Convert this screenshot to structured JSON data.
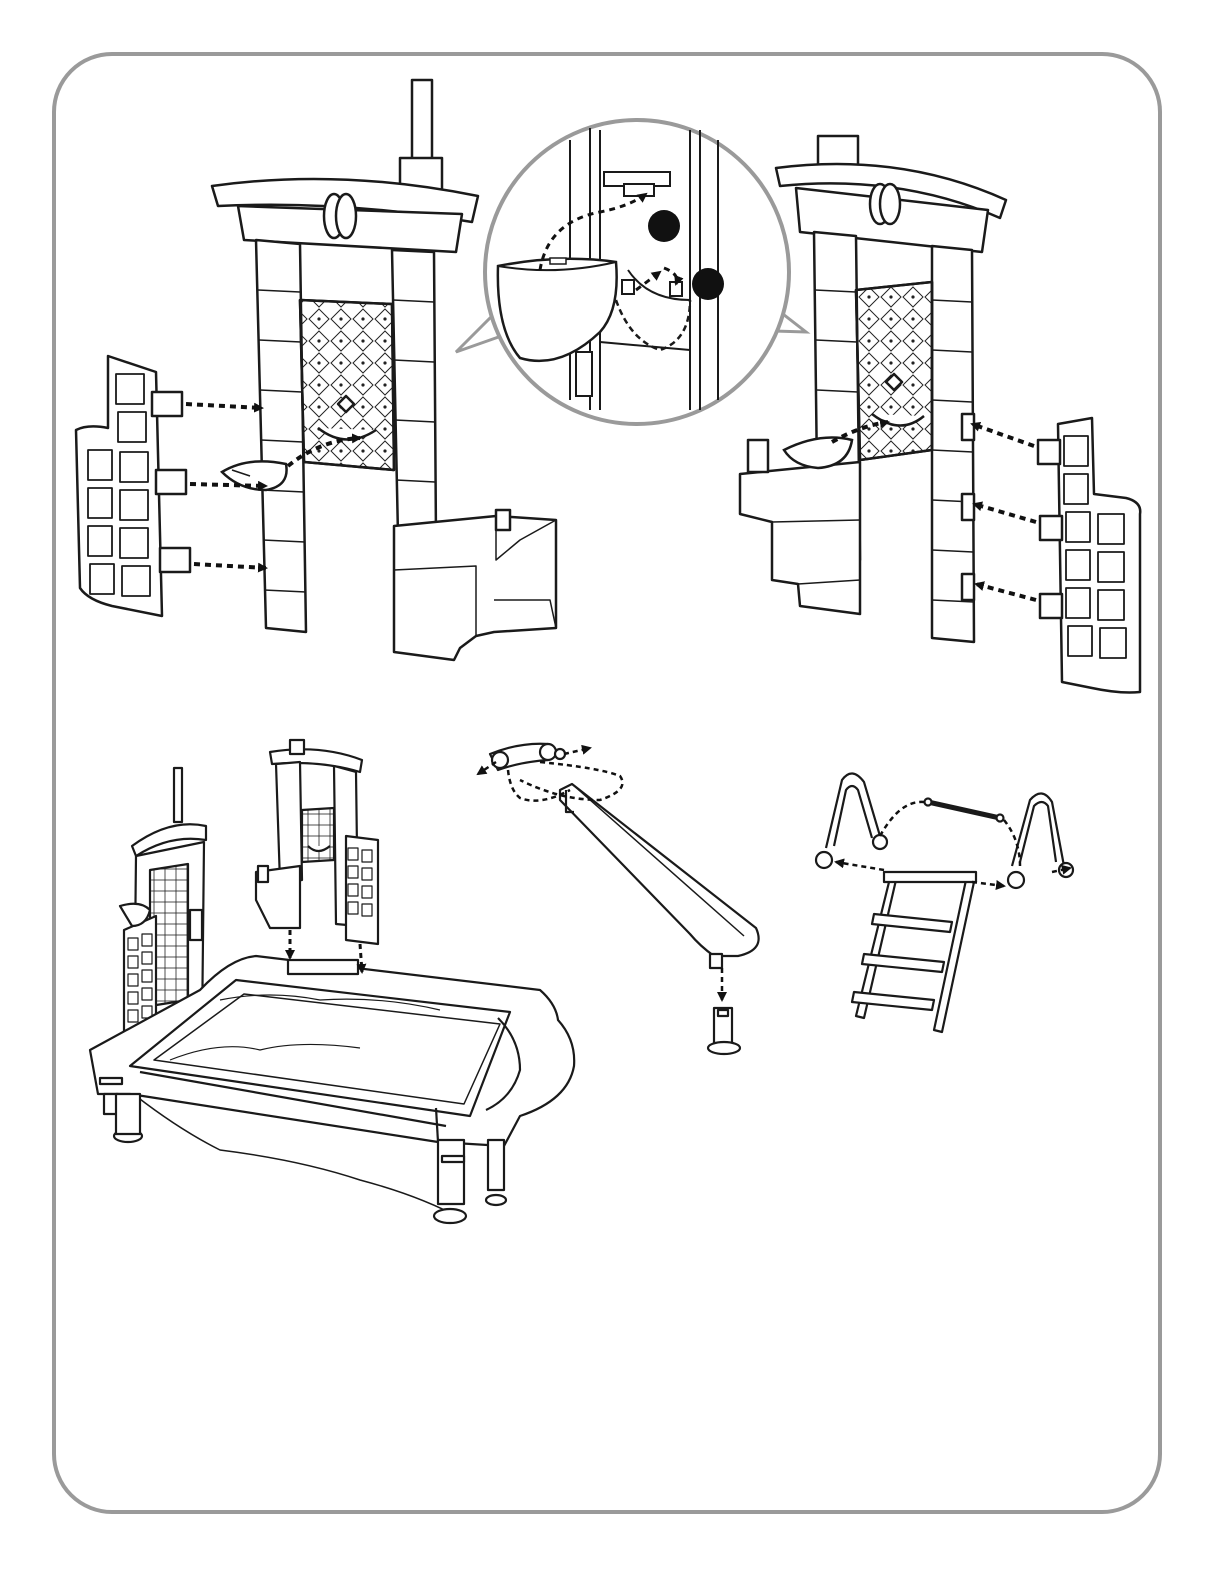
{
  "page": {
    "background": "#ffffff",
    "frame_color": "#9a9a9a",
    "line_color": "#1a1a1a",
    "marker_color": "#111111"
  },
  "panels": [
    {
      "id": "left-tower-assembly",
      "icons": [
        "tower-icon",
        "side-panel-icon",
        "basin-icon",
        "dashed-arrow-icon"
      ]
    },
    {
      "id": "detail-callout",
      "icons": [
        "basin-icon",
        "step-marker-icon"
      ]
    },
    {
      "id": "right-tower-assembly",
      "icons": [
        "tower-icon",
        "side-panel-icon",
        "basin-icon",
        "dashed-arrow-icon"
      ]
    },
    {
      "id": "pool-base-assembly",
      "icons": [
        "pool-icon",
        "tower-icon"
      ]
    },
    {
      "id": "slide-assembly",
      "icons": [
        "slide-icon",
        "pin-icon",
        "post-icon"
      ]
    },
    {
      "id": "ladder-assembly",
      "icons": [
        "ladder-icon",
        "rod-icon",
        "bracket-icon"
      ]
    }
  ]
}
